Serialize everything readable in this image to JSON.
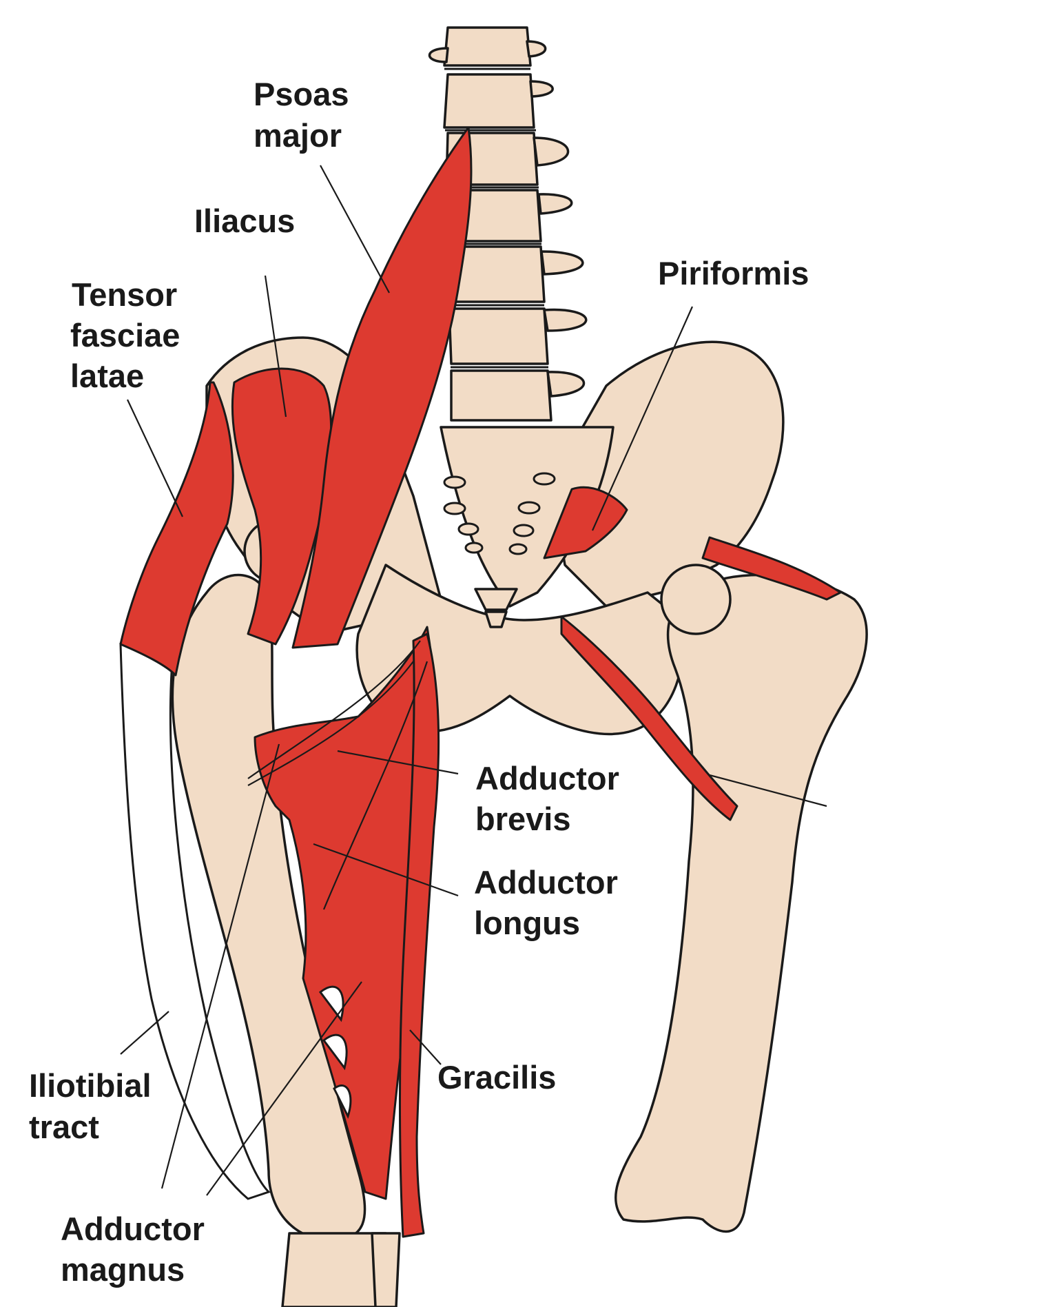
{
  "labels": {
    "psoas_major": [
      "Psoas",
      "major"
    ],
    "iliacus": [
      "Iliacus"
    ],
    "tensor_fasciae_latae": [
      "Tensor",
      "fasciae",
      "latae"
    ],
    "piriformis": [
      "Piriformis"
    ],
    "adductor_brevis": [
      "Adductor",
      "brevis"
    ],
    "adductor_longus": [
      "Adductor",
      "longus"
    ],
    "gracilis": [
      "Gracilis"
    ],
    "iliotibial_tract": [
      "Iliotibial",
      "tract"
    ],
    "adductor_magnus": [
      "Adductor",
      "magnus"
    ]
  },
  "colors": {
    "muscle": "#dd3a30",
    "bone": "#f2dcc6",
    "outline": "#1a1a1a",
    "background": "#ffffff"
  }
}
